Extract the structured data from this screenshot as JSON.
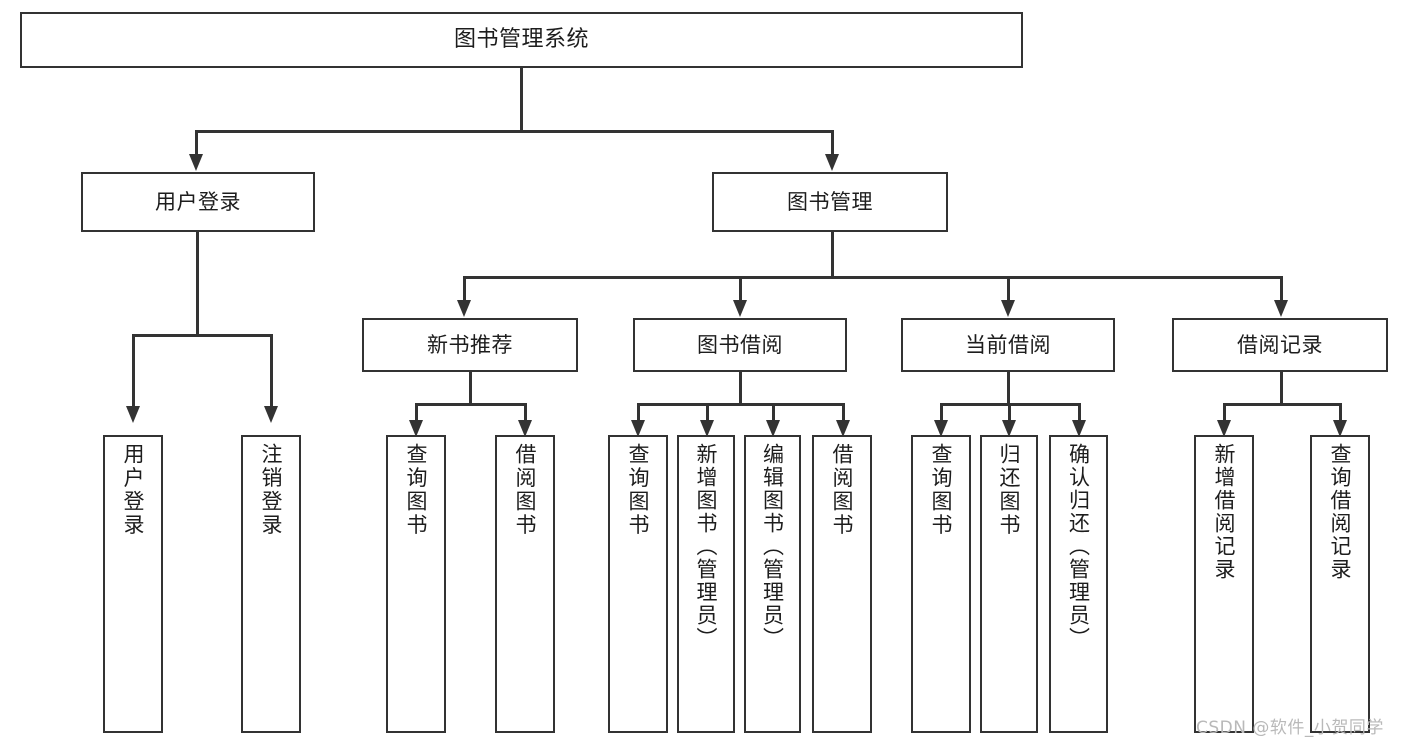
{
  "diagram": {
    "title": "图书管理系统",
    "type": "tree-hierarchy-chart",
    "root": {
      "label": "图书管理系统"
    },
    "level1": [
      {
        "label": "用户登录"
      },
      {
        "label": "图书管理"
      }
    ],
    "level2": [
      {
        "label": "新书推荐"
      },
      {
        "label": "图书借阅"
      },
      {
        "label": "当前借阅"
      },
      {
        "label": "借阅记录"
      }
    ],
    "leaves": {
      "user_login": [
        {
          "label": "用户登录"
        },
        {
          "label": "注销登录"
        }
      ],
      "new_book_recommend": [
        {
          "label": "查询图书"
        },
        {
          "label": "借阅图书"
        }
      ],
      "book_borrow": [
        {
          "label": "查询图书"
        },
        {
          "label": "新增图书（管理员）"
        },
        {
          "label": "编辑图书（管理员）"
        },
        {
          "label": "借阅图书"
        }
      ],
      "current_borrow": [
        {
          "label": "查询图书"
        },
        {
          "label": "归还图书"
        },
        {
          "label": "确认归还（管理员）"
        }
      ],
      "borrow_record": [
        {
          "label": "新增借阅记录"
        },
        {
          "label": "查询借阅记录"
        }
      ]
    }
  },
  "watermark": {
    "text": "CSDN @软件_小贺同学"
  },
  "colors": {
    "stroke": "#333333",
    "text": "#1d1d1d",
    "background": "#ffffff",
    "watermark": "#b9b9b9"
  }
}
